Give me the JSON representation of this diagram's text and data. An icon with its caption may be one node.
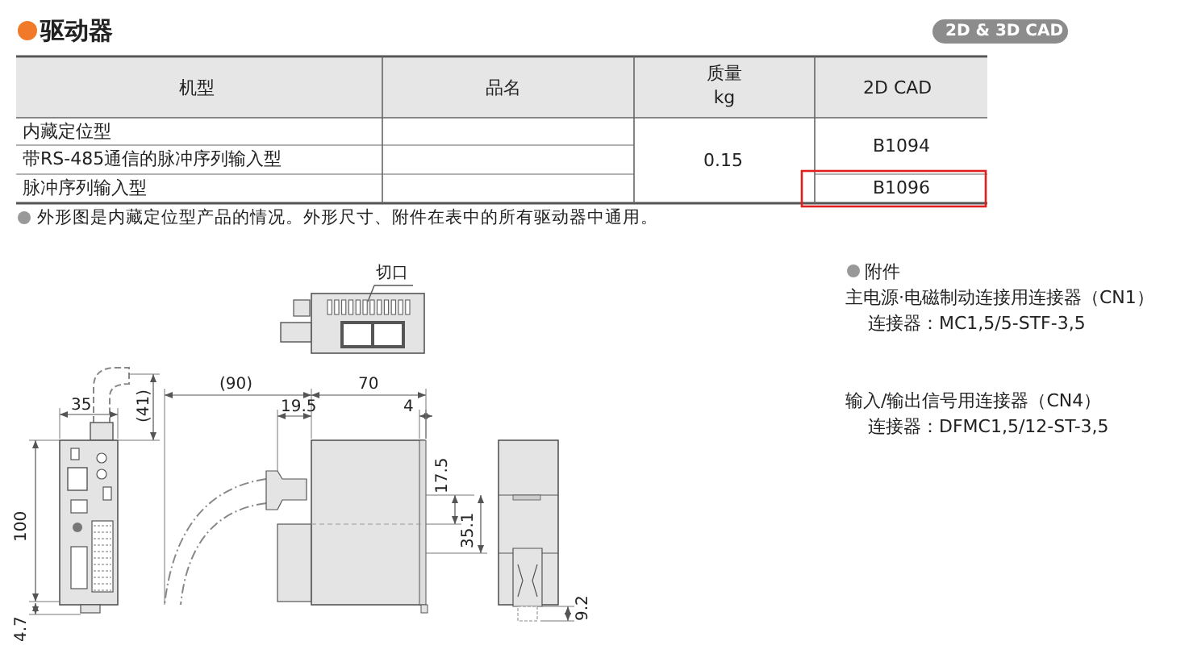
{
  "diagram": {
    "title": "驱动器",
    "nodes": [
      {
        "text": [
          "切口"
        ]
      },
      {
        "text": [],
        "shape": "box"
      }
    ],
    "edges": [
      {
        "from": 0,
        "to": 1,
        "arrow": "none"
      }
    ],
    "labels": [
      "2D & 3D CAD",
      "机型",
      "品名",
      "质量 kg",
      "2D CAD",
      "内藏定位型",
      "0.15",
      "B1094",
      "带RS-485通信的脉冲序列输入型",
      "脉冲序列输入型",
      "B1096",
      "外形图是内藏定位型产品的情况。外形尺寸、附件在表中的所有驱动器中通用。",
      "35",
      "(41)",
      "100",
      "4.7",
      "(90)",
      "70",
      "19.5",
      "4",
      "17.5",
      "35.1",
      "9.2",
      "附件",
      "主电源·电磁制动连接用连接器（CN1）",
      "连接器：MC1,5/5-STF-3,5",
      "输入/输出信号用连接器（CN4）",
      "连接器：DFMC1,5/12-ST-3,5"
    ]
  }
}
